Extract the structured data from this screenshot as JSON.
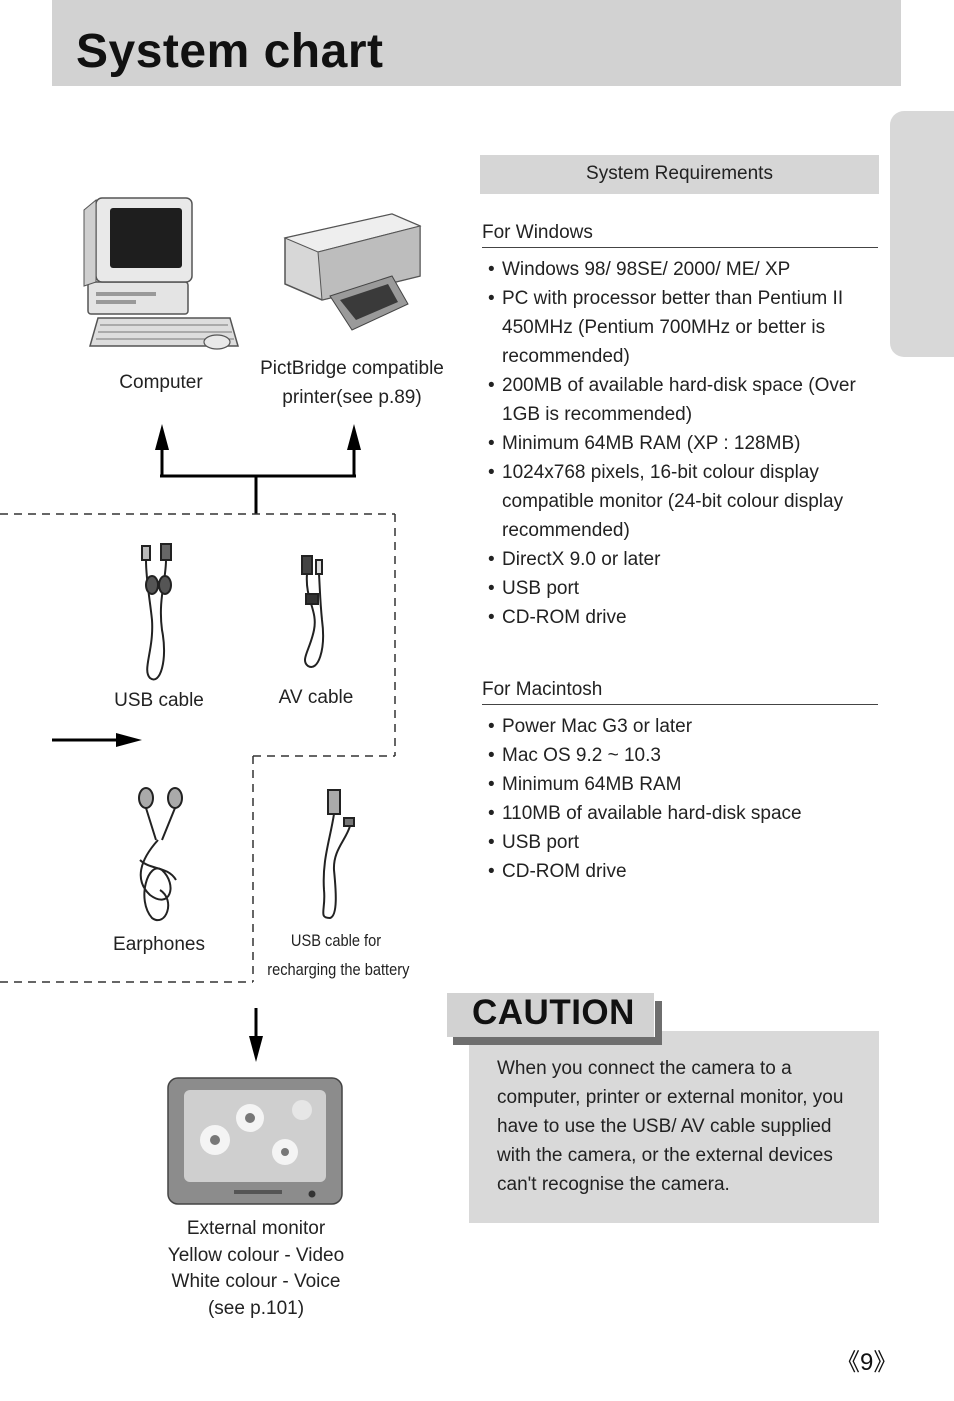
{
  "page": {
    "title": "System chart",
    "page_number": "《9》"
  },
  "devices": {
    "computer": "Computer",
    "printer_line1": "PictBridge compatible",
    "printer_line2": "printer(see p.89)",
    "usb_cable": "USB cable",
    "av_cable": "AV cable",
    "earphones": "Earphones",
    "usb_charge_line1": "USB cable for",
    "usb_charge_line2": "recharging the battery",
    "monitor_lines": [
      "External monitor",
      "Yellow colour - Video",
      "White colour - Voice",
      "(see p.101)"
    ]
  },
  "requirements": {
    "header": "System Requirements",
    "windows": {
      "heading": "For Windows",
      "items": [
        "Windows 98/ 98SE/ 2000/ ME/ XP",
        "PC with processor better than Pentium II 450MHz  (Pentium 700MHz or better is recommended)",
        "200MB of available hard-disk space (Over 1GB is recommended)",
        "Minimum 64MB RAM (XP : 128MB)",
        "1024x768 pixels, 16-bit colour display compatible monitor (24-bit colour display recommended)",
        "DirectX 9.0 or later",
        "USB port",
        "CD-ROM drive"
      ]
    },
    "mac": {
      "heading": "For Macintosh",
      "items": [
        "Power Mac G3 or later",
        "Mac OS 9.2 ~ 10.3",
        "Minimum 64MB RAM",
        "110MB of available hard-disk space",
        "USB port",
        "CD-ROM drive"
      ]
    }
  },
  "caution": {
    "title": "CAUTION",
    "text": "When you connect the camera to a computer, printer or external monitor, you have to use the USB/ AV cable supplied with the camera, or the external devices can't recognise the camera."
  }
}
